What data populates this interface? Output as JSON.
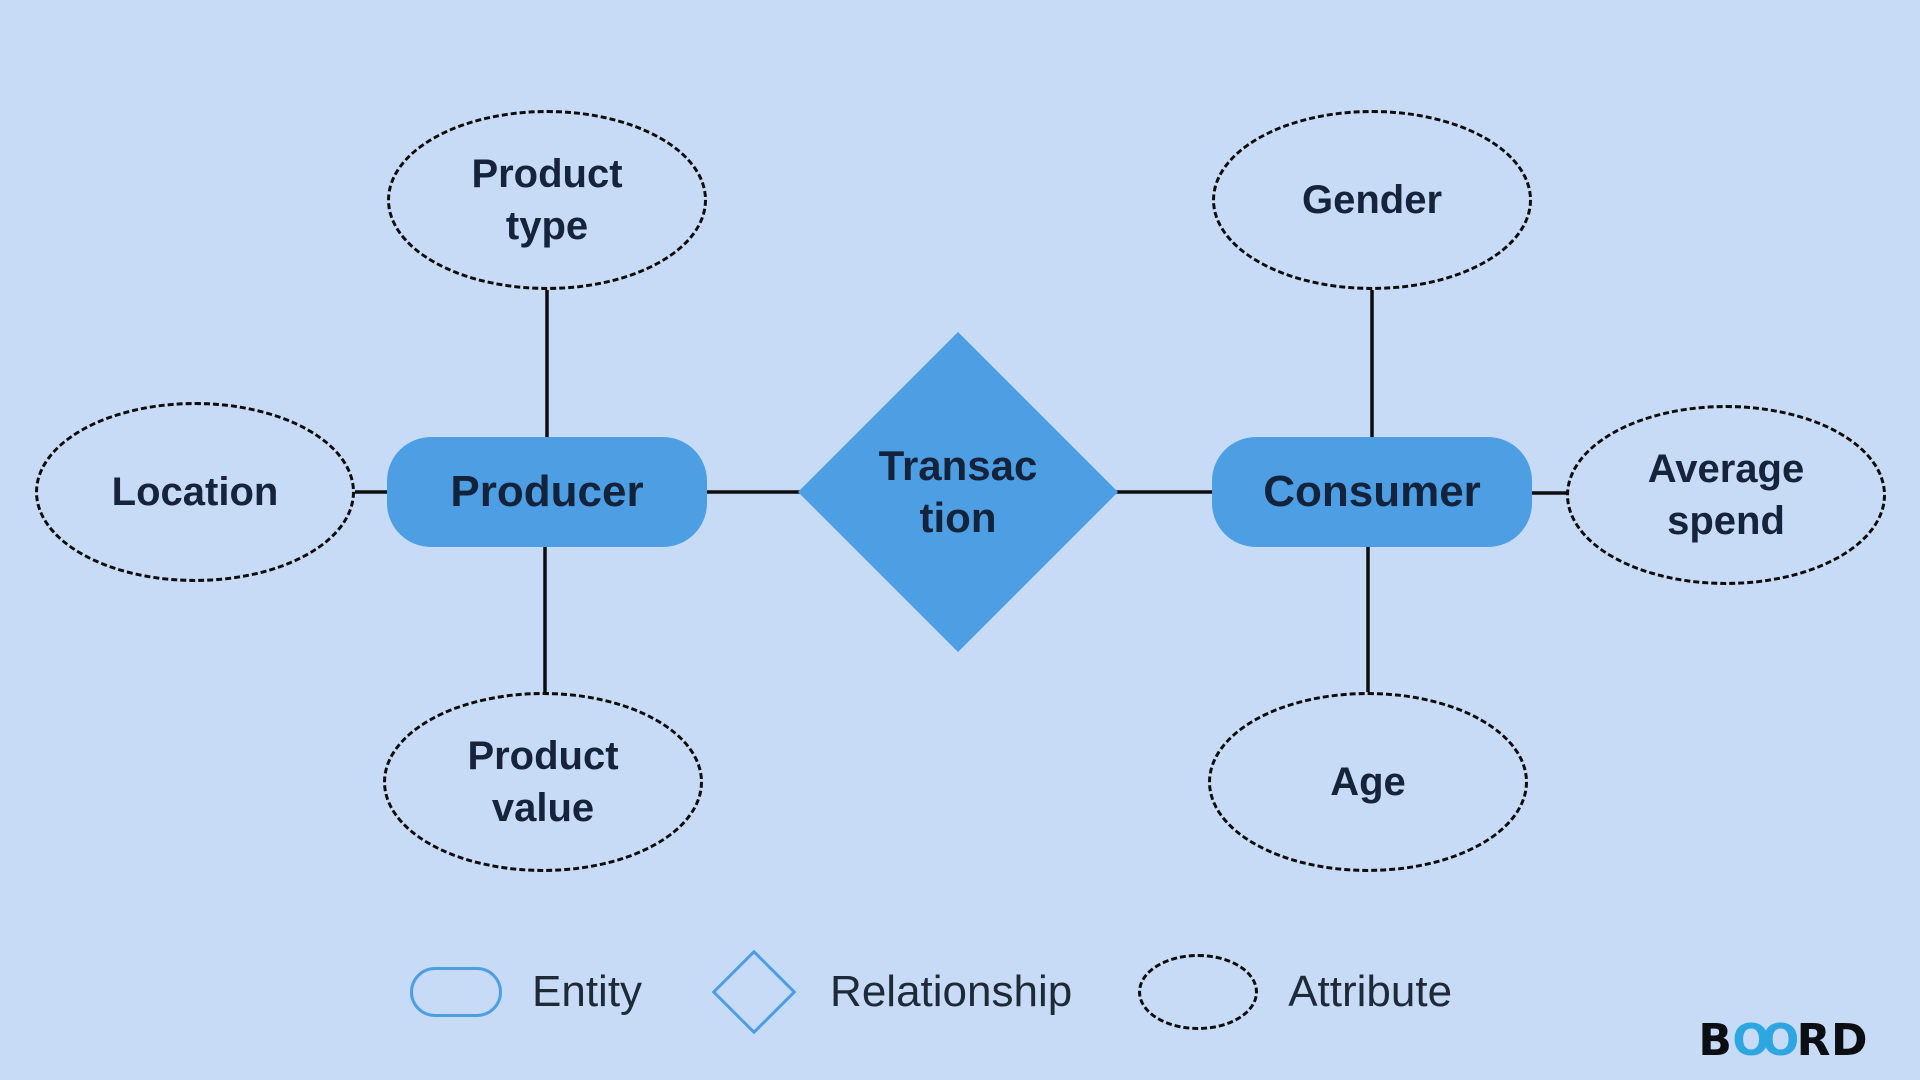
{
  "colors": {
    "background": "#c7dbf6",
    "node_blue": "#4d9ee3",
    "connector_line": "#0d0d0d",
    "text_dark": "#15233b",
    "legend_stroke": "#4d9ee3",
    "logo_blue": "#2ea7e0"
  },
  "nodes": {
    "product_type": {
      "line1": "Product",
      "line2": "type"
    },
    "gender": {
      "label": "Gender"
    },
    "location": {
      "label": "Location"
    },
    "average_spend": {
      "line1": "Average",
      "line2": "spend"
    },
    "product_value": {
      "line1": "Product",
      "line2": "value"
    },
    "age": {
      "label": "Age"
    },
    "producer": {
      "label": "Producer"
    },
    "consumer": {
      "label": "Consumer"
    },
    "transaction": {
      "line1": "Transac",
      "line2": "tion"
    }
  },
  "legend": {
    "entity_label": "Entity",
    "relationship_label": "Relationship",
    "attribute_label": "Attribute"
  },
  "logo": {
    "part1": "B",
    "part2": "OO",
    "part3": "RD"
  }
}
